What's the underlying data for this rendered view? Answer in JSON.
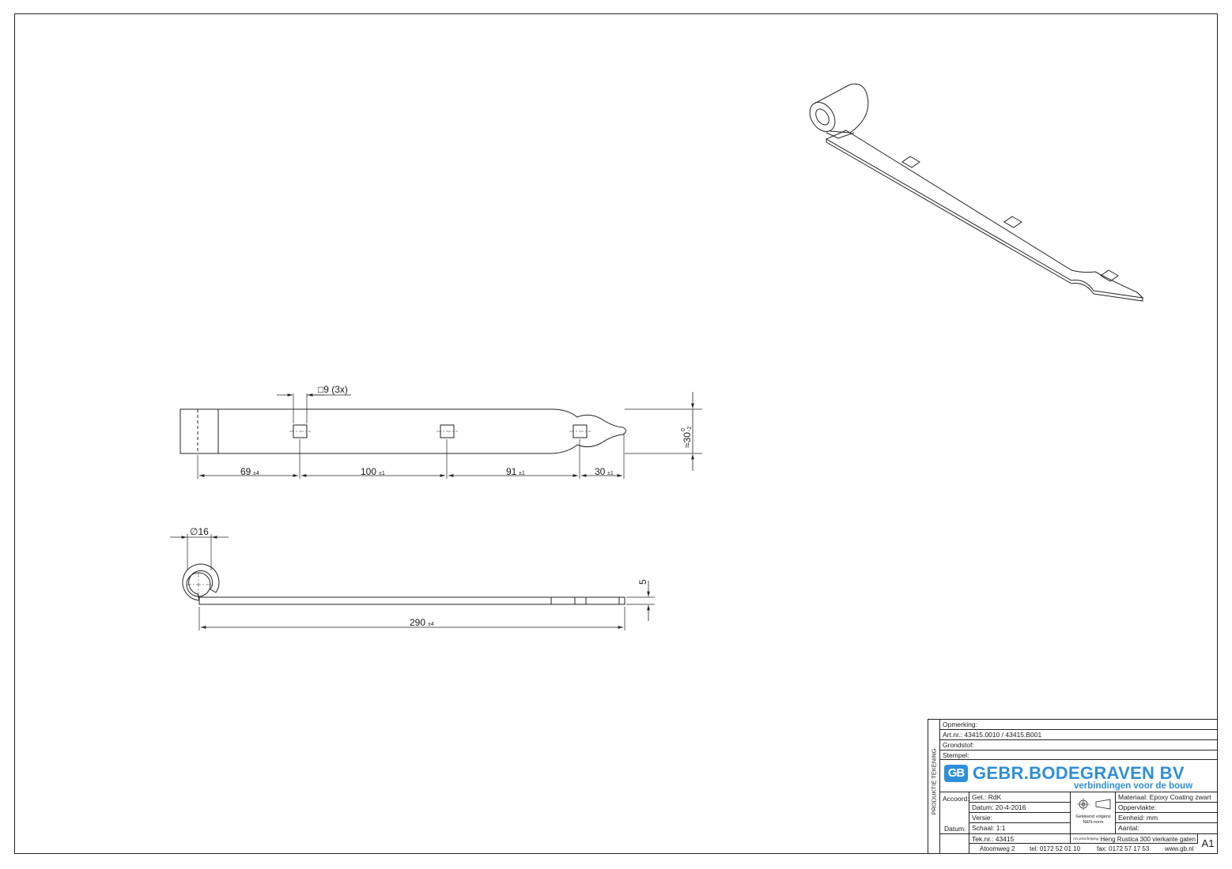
{
  "drawing": {
    "dimensions": {
      "hole_spec": "□9 (3x)",
      "width_main": "≈30",
      "width_tol_upper": "0",
      "width_tol_lower": "-2",
      "diameter_label": "∅16",
      "thickness": "5",
      "seg1": {
        "value": "69",
        "tol": "±4"
      },
      "seg2": {
        "value": "100",
        "tol": "±1"
      },
      "seg3": {
        "value": "91",
        "tol": "±1"
      },
      "seg4": {
        "value": "30",
        "tol": "±1"
      },
      "total": {
        "value": "290",
        "tol": "±4"
      }
    }
  },
  "title_block": {
    "side_label": "PRODUKTIE TEKENING",
    "opmerking": "Opmerking:",
    "artnr": "Art.nr.:  43415.0010 / 43415.B001",
    "grondstof": "Grondstof:",
    "stempel": "Stempel:",
    "company": "GEBR.BODEGRAVEN BV",
    "slogan": "verbindingen voor de bouw",
    "logo_mark": "GB",
    "accoord": "Accoord:",
    "datum_label": "Datum:",
    "getekend": "Get.: RdK",
    "datum": "Datum: 20-4-2016",
    "versie": "Versie:",
    "schaal": "Schaal: 1:1",
    "teknr": "Tek.nr.: 43415",
    "norm_1": "Getekend volgens",
    "norm_2": "NEN-norm",
    "materiaal": "Materiaal: Epoxy Coating zwart",
    "oppervlakte": "Oppervlakte:",
    "eenheid": "Eenheid: mm",
    "aantal": "Aantal:",
    "art_omschrijving_label": "Art.omschrijving",
    "omschrijving": "Heng Rustica 300 vierkante gaten",
    "format": "A1",
    "address": "Atoomweg 2",
    "tel": "tel: 0172 52 01 10",
    "fax": "fax: 0172 57 17 53",
    "web": "www.gb.nl",
    "brand_color": "#2f8fd8"
  }
}
